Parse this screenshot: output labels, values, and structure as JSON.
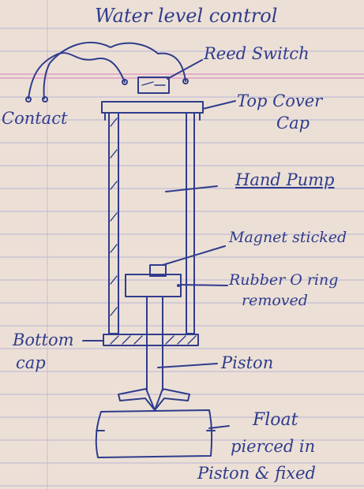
{
  "title": "Water level control",
  "labels": {
    "reed_switch": "Reed Switch",
    "contact": "Contact",
    "top_cover_line1": "Top Cover",
    "top_cover_line2": "Cap",
    "hand_pump": "Hand Pump",
    "magnet": "Magnet sticked",
    "rubber_line1": "Rubber O ring",
    "rubber_line2": "removed",
    "bottom_line1": "Bottom",
    "bottom_line2": "cap",
    "piston": "Piston",
    "float_line1": "Float",
    "float_line2": "pierced in",
    "float_line3": "Piston & fixed"
  },
  "colors": {
    "paper": "#ece0d6",
    "rule_blue": "#b7b4d6",
    "margin_pink": "#df9ec4",
    "ink": "#2f3c8c"
  }
}
